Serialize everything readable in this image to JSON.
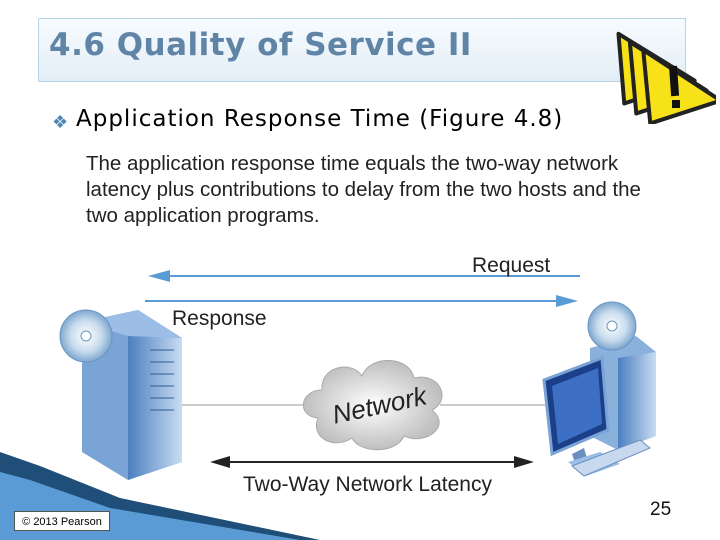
{
  "slide": {
    "title": "4.6 Quality of Service II",
    "bullet": "Application Response Time (Figure 4.8)",
    "figure_text": "The application response time equals the two-way network latency plus contributions to delay from the two hosts and the two application programs.",
    "labels": {
      "request": "Request",
      "response": "Response",
      "network": "Network",
      "latency": "Two-Way Network Latency"
    },
    "copyright": "© 2013 Pearson",
    "page_number": "25"
  },
  "icons": {
    "warning": "warning-triangle-icon",
    "bullet": "bullet-icon"
  },
  "colors": {
    "title_text": "#5f84a6",
    "title_bg": "#e3eef7",
    "arrow_blue": "#5b9bd5",
    "warning_yellow": "#f7e21a"
  }
}
